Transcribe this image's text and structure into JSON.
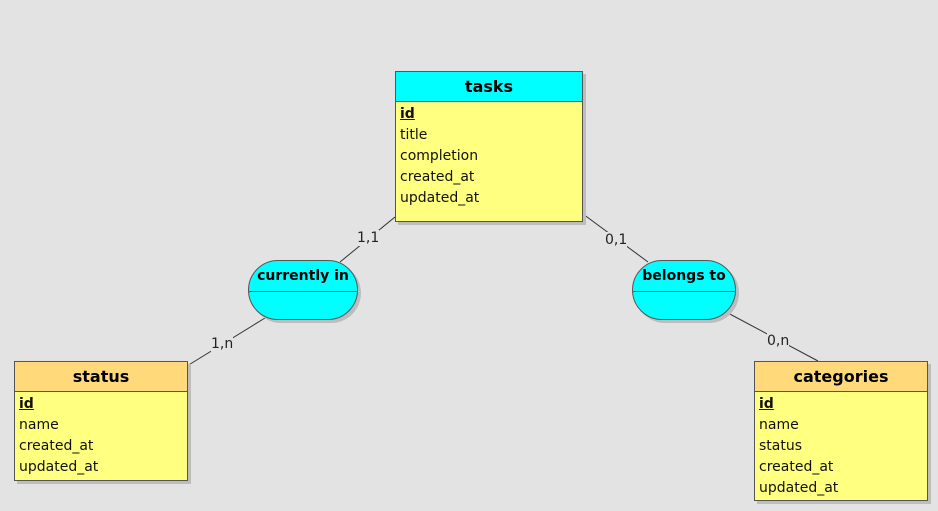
{
  "entities": {
    "tasks": {
      "name": "tasks",
      "fields": [
        "id",
        "title",
        "completion",
        "created_at",
        "updated_at"
      ],
      "pk": "id"
    },
    "status": {
      "name": "status",
      "fields": [
        "id",
        "name",
        "created_at",
        "updated_at"
      ],
      "pk": "id"
    },
    "categories": {
      "name": "categories",
      "fields": [
        "id",
        "name",
        "status",
        "created_at",
        "updated_at"
      ],
      "pk": "id"
    }
  },
  "relationships": {
    "currently_in": {
      "name": "currently in"
    },
    "belongs_to": {
      "name": "belongs to"
    }
  },
  "cardinalities": {
    "tasks_currently_in": "1,1",
    "status_currently_in": "1,n",
    "tasks_belongs_to": "0,1",
    "categories_belongs_to": "0,n"
  },
  "colors": {
    "entity_body": "#ffff80",
    "tasks_header": "#00ffff",
    "other_header": "#ffd97a",
    "relationship": "#00ffff",
    "background": "#e3e3e3"
  }
}
